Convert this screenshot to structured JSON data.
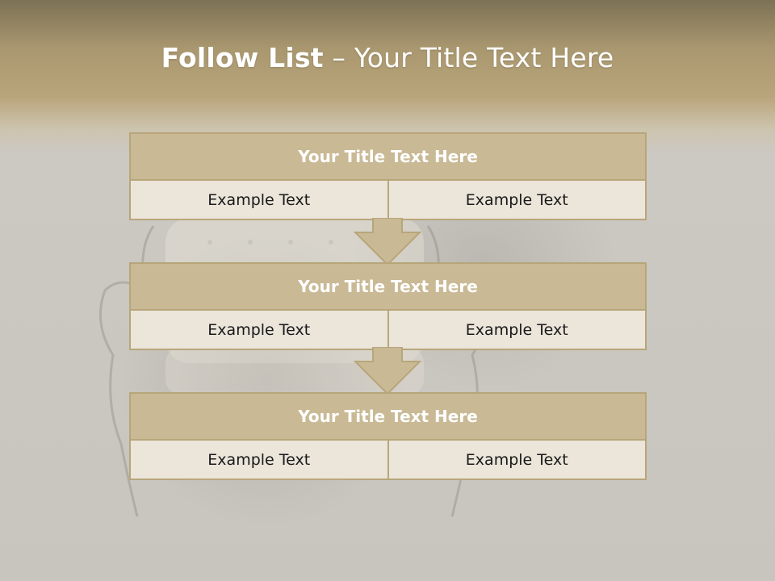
{
  "title": {
    "bold": "Follow List",
    "rest": " – Your Title Text Here"
  },
  "steps": [
    {
      "title": "Your Title Text Here",
      "left": "Example Text",
      "right": "Example Text"
    },
    {
      "title": "Your Title Text Here",
      "left": "Example Text",
      "right": "Example Text"
    },
    {
      "title": "Your Title Text Here",
      "left": "Example Text",
      "right": "Example Text"
    }
  ],
  "colors": {
    "header_fill": "#c9b995",
    "border": "#b8a67a",
    "cell_fill": "#ebe5da",
    "arrow_fill": "#c9b995"
  }
}
